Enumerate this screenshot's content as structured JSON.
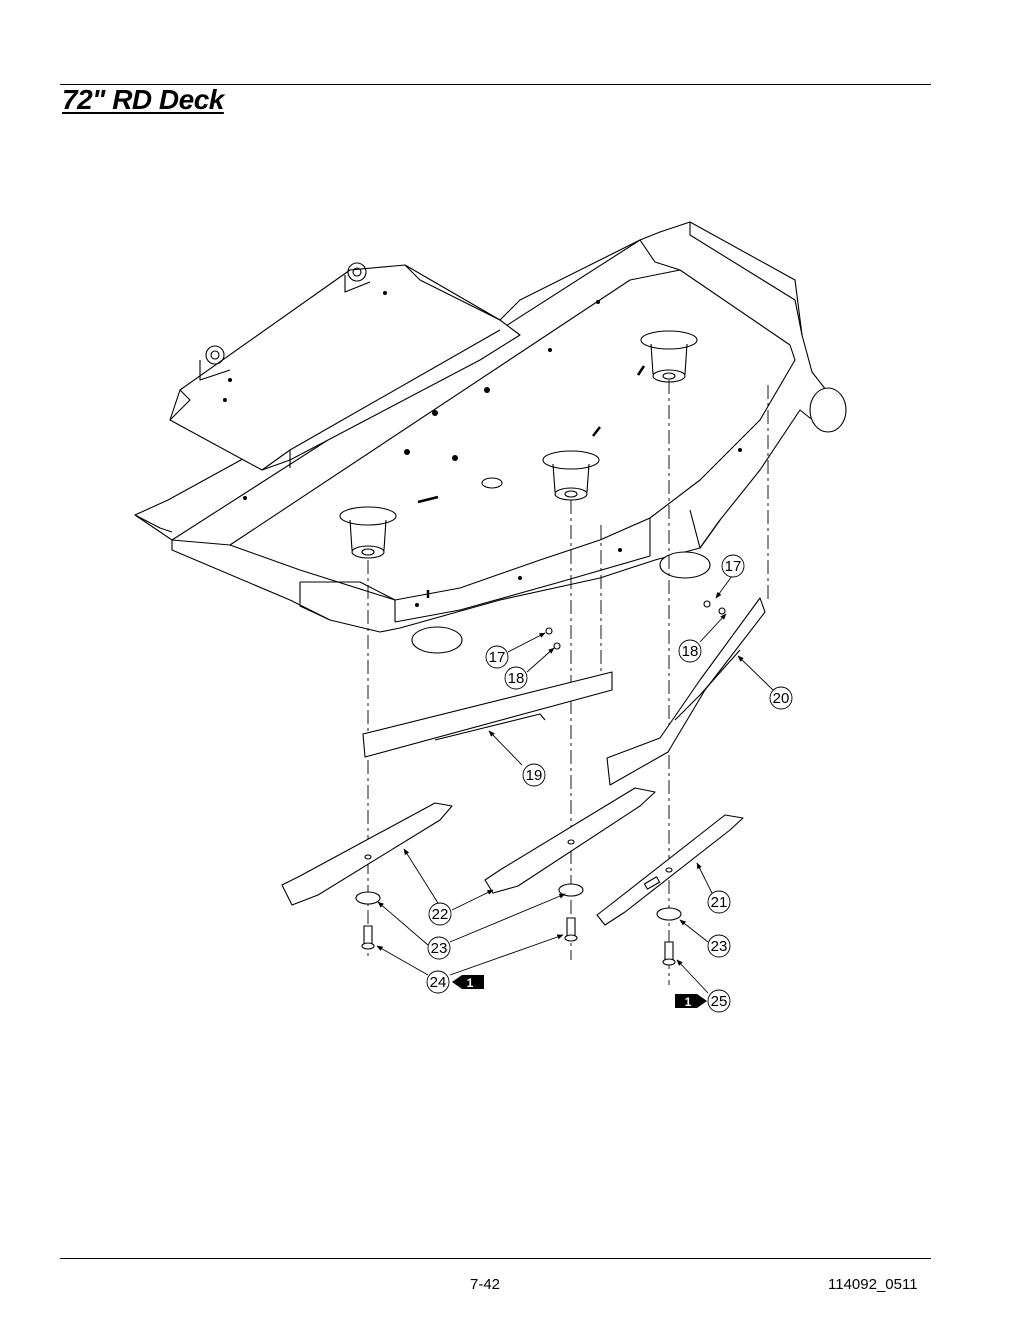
{
  "page": {
    "title": "72\" RD Deck",
    "page_number": "7-42",
    "doc_code": "114092_0511"
  },
  "callouts": [
    {
      "id": "c17a",
      "label": "17"
    },
    {
      "id": "c18a",
      "label": "18"
    },
    {
      "id": "c17b",
      "label": "17"
    },
    {
      "id": "c18b",
      "label": "18"
    },
    {
      "id": "c19",
      "label": "19"
    },
    {
      "id": "c20",
      "label": "20"
    },
    {
      "id": "c21",
      "label": "21"
    },
    {
      "id": "c22",
      "label": "22"
    },
    {
      "id": "c23a",
      "label": "23"
    },
    {
      "id": "c23b",
      "label": "23"
    },
    {
      "id": "c24",
      "label": "24"
    },
    {
      "id": "c25",
      "label": "25"
    }
  ],
  "flags": [
    {
      "id": "flag24",
      "label": "1"
    },
    {
      "id": "flag25",
      "label": "1"
    }
  ]
}
